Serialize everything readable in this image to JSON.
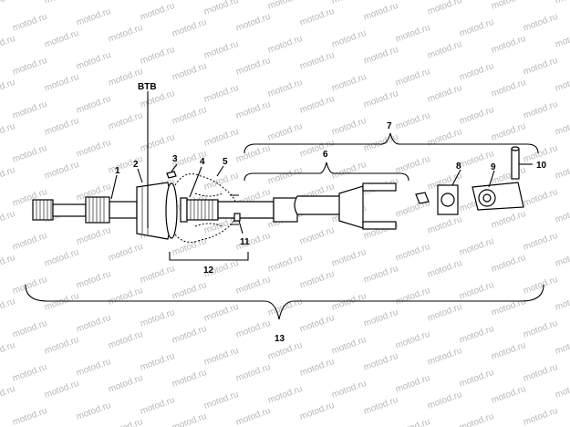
{
  "watermark": {
    "text": "motod.ru",
    "color": "#b9b9b9"
  },
  "colors": {
    "line": "#000000",
    "background": "#ffffff"
  },
  "callouts": {
    "btb": "BTB",
    "n1": "1",
    "n2": "2",
    "n3": "3",
    "n4": "4",
    "n5": "5",
    "n6": "6",
    "n7": "7",
    "n8": "8",
    "n9": "9",
    "n10": "10",
    "n11": "11",
    "n12": "12",
    "n13": "13"
  }
}
